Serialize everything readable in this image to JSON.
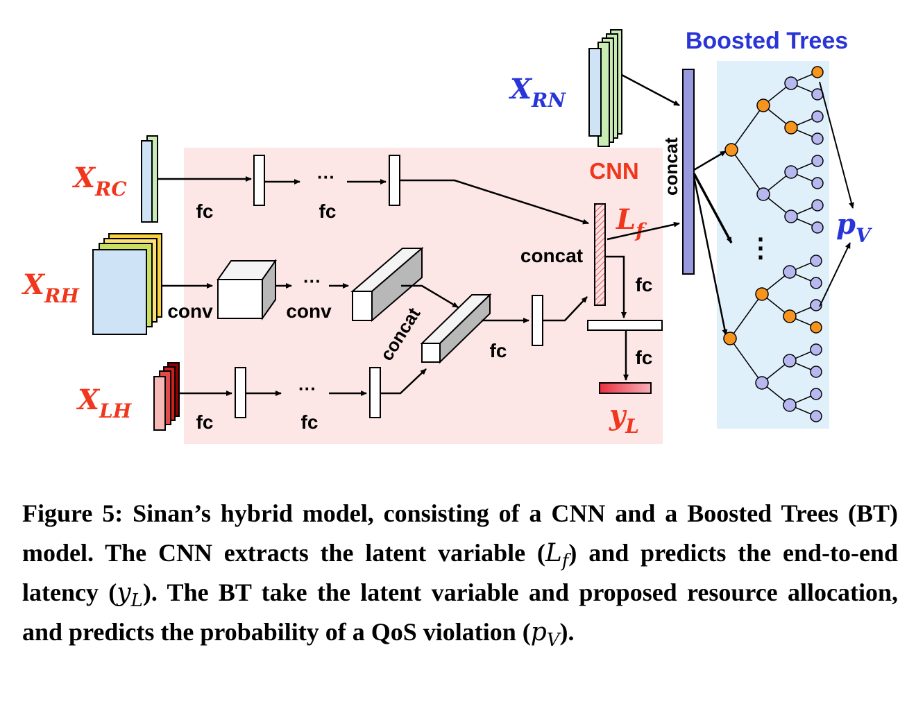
{
  "diagram": {
    "inputs": {
      "xrn": {
        "base": "X",
        "sub": "RN",
        "color": "#2a35d8"
      },
      "xrc": {
        "base": "X",
        "sub": "RC",
        "color": "#f0361c"
      },
      "xrh": {
        "base": "X",
        "sub": "RH",
        "color": "#f0361c"
      },
      "xlh": {
        "base": "X",
        "sub": "LH",
        "color": "#f0361c"
      }
    },
    "labels": {
      "boosted_trees": "Boosted Trees",
      "cnn": "CNN",
      "concat_bt": "concat",
      "concat_cnn": "concat",
      "concat_diag": "concat",
      "fc_rc_1": "fc",
      "fc_rc_2": "fc",
      "conv_1": "conv",
      "conv_2": "conv",
      "fc_lh_1": "fc",
      "fc_lh_2": "fc",
      "fc_mid": "fc",
      "fc_lf": "fc",
      "fc_y": "fc",
      "ellipsis_rc": "···",
      "ellipsis_rh": "···",
      "ellipsis_lh": "···",
      "ellipsis_trees": "⋮"
    },
    "outputs": {
      "lf": {
        "base": "L",
        "sub": "f",
        "color": "#f0361c"
      },
      "yl": {
        "base": "y",
        "sub": "L",
        "color": "#f0361c"
      },
      "pv": {
        "base": "p",
        "sub": "V",
        "color": "#2a35d8"
      }
    },
    "colors": {
      "cnn_bg": "#fde6e6",
      "bt_bg": "#dff0fa",
      "bt_title": "#2a35d8",
      "cnn_title": "#f0361c",
      "node_orange": "#f7941d",
      "node_lavender": "#b8b8f0",
      "concat_bar": "#9999dd"
    }
  },
  "caption": {
    "label": "Figure 5:",
    "text_1": "Sinan’s hybrid model, consisting of a CNN and a Boosted Trees (BT) model. The CNN extracts the latent variable (",
    "lf_base": "L",
    "lf_sub": "f",
    "text_2": ") and predicts the end-to-end latency (",
    "yl_base": "y",
    "yl_sub": "L",
    "text_3": "). The BT take the latent variable and proposed resource allocation, and predicts the probability of a QoS violation (",
    "pv_base": "p",
    "pv_sub": "V",
    "text_4": ")."
  }
}
